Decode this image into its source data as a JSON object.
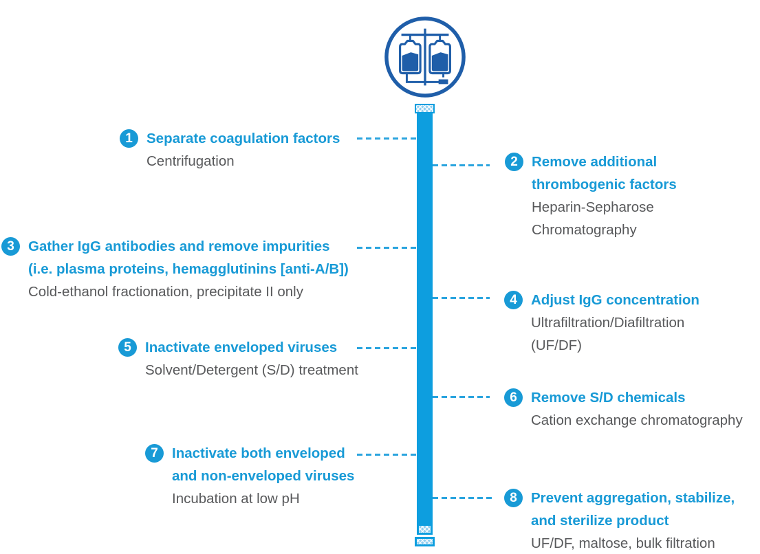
{
  "diagram": {
    "name": "IgG plasma purification process flow",
    "icon": "iv-blood-bags",
    "colors": {
      "accent_blue": "#189AD6",
      "column_blue": "#0D9EDF",
      "dash_blue": "#2AA4DE",
      "icon_navy": "#1F5EA9",
      "subtitle_gray": "#58595B"
    },
    "steps": [
      {
        "number": "1",
        "side": "left",
        "title_lines": [
          "Separate coagulation factors"
        ],
        "subtitle_lines": [
          "Centrifugation"
        ]
      },
      {
        "number": "2",
        "side": "right",
        "title_lines": [
          "Remove additional",
          "thrombogenic factors"
        ],
        "subtitle_lines": [
          "Heparin-Sepharose",
          "Chromatography"
        ]
      },
      {
        "number": "3",
        "side": "left",
        "title_lines": [
          "Gather IgG antibodies and remove impurities",
          "(i.e. plasma proteins, hemagglutinins [anti-A/B])"
        ],
        "subtitle_lines": [
          "Cold-ethanol fractionation, precipitate II only"
        ]
      },
      {
        "number": "4",
        "side": "right",
        "title_lines": [
          "Adjust IgG concentration"
        ],
        "subtitle_lines": [
          "Ultrafiltration/Diafiltration",
          "(UF/DF)"
        ]
      },
      {
        "number": "5",
        "side": "left",
        "title_lines": [
          "Inactivate enveloped viruses"
        ],
        "subtitle_lines": [
          "Solvent/Detergent (S/D) treatment"
        ]
      },
      {
        "number": "6",
        "side": "right",
        "title_lines": [
          "Remove S/D chemicals"
        ],
        "subtitle_lines": [
          "Cation exchange chromatography"
        ]
      },
      {
        "number": "7",
        "side": "left",
        "title_lines": [
          "Inactivate both enveloped",
          "and non-enveloped viruses"
        ],
        "subtitle_lines": [
          "Incubation at low pH"
        ]
      },
      {
        "number": "8",
        "side": "right",
        "title_lines": [
          "Prevent aggregation, stabilize,",
          "and sterilize product"
        ],
        "subtitle_lines": [
          "UF/DF, maltose, bulk filtration"
        ]
      }
    ]
  }
}
